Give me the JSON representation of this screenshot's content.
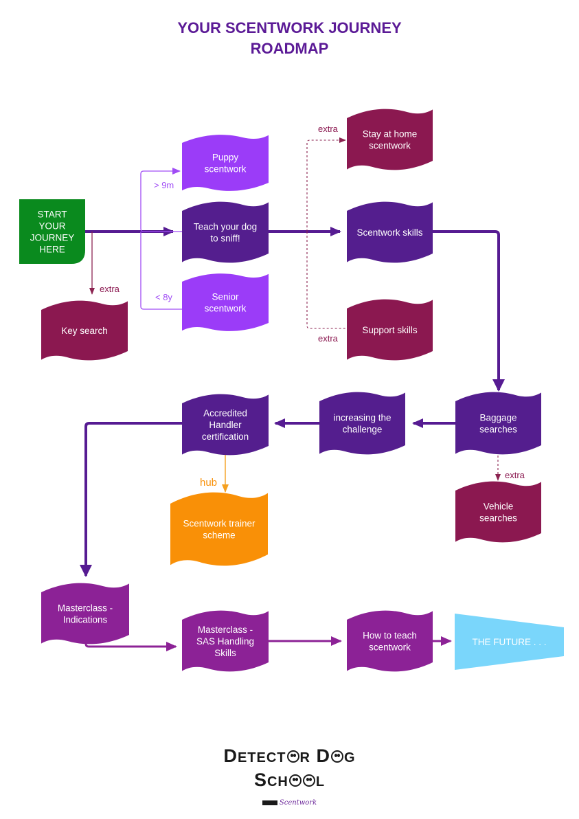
{
  "title": {
    "line1": "YOUR SCENTWORK JOURNEY",
    "line2": "ROADMAP"
  },
  "colors": {
    "title": "#5b1a96",
    "start": "#0a8a1e",
    "core": "#541e8e",
    "light_purple": "#9b3cf8",
    "extra": "#8b1850",
    "masterclass": "#8c2296",
    "hub": "#f99007",
    "future": "#7ad6fb",
    "arrow_core": "#561b92",
    "arrow_light": "#a04cf5",
    "arrow_extra": "#8b2350",
    "arrow_master": "#8c2296",
    "arrow_hub": "#f5a020"
  },
  "nodes": {
    "start": [
      "START",
      "YOUR",
      "JOURNEY",
      "HERE"
    ],
    "puppy": [
      "Puppy",
      "scentwork"
    ],
    "teach_sniff": [
      "Teach your dog",
      "to sniff!"
    ],
    "senior": [
      "Senior",
      "scentwork"
    ],
    "key_search": [
      "Key search"
    ],
    "stay_home": [
      "Stay at home",
      "scentwork"
    ],
    "skills": [
      "Scentwork skills"
    ],
    "support": [
      "Support skills"
    ],
    "baggage": [
      "Baggage",
      "searches"
    ],
    "vehicle": [
      "Vehicle",
      "searches"
    ],
    "challenge": [
      "increasing the",
      "challenge"
    ],
    "accredited": [
      "Accredited",
      "Handler",
      "certification"
    ],
    "trainer": [
      "Scentwork trainer",
      "scheme"
    ],
    "master_ind": [
      "Masterclass -",
      "Indications"
    ],
    "master_sas": [
      "Masterclass -",
      "SAS Handling",
      "Skills"
    ],
    "how_teach": [
      "How to teach",
      "scentwork"
    ],
    "future": [
      "THE FUTURE . . ."
    ]
  },
  "edge_labels": {
    "gt9m": "> 9m",
    "lt8y": "< 8y",
    "extra_key": "extra",
    "extra_stay": "extra",
    "extra_support": "extra",
    "extra_vehicle": "extra",
    "hub": "hub"
  },
  "logo": {
    "line1": [
      "D",
      "ETECT",
      "R",
      " D",
      "G"
    ],
    "line2": [
      "S",
      "CH",
      "L"
    ],
    "tagline": "Scentwork"
  }
}
